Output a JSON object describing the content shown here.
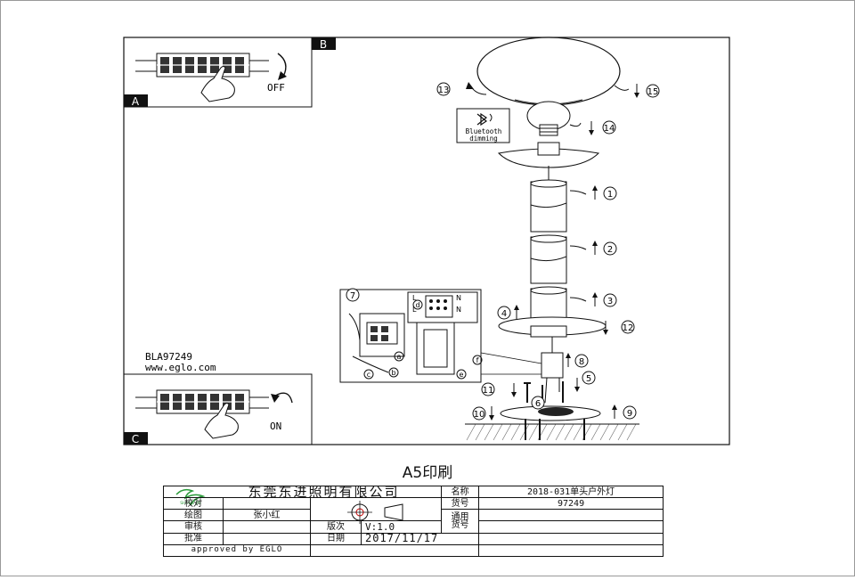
{
  "page_border_color": "#111111",
  "panels": {
    "a_label": "A",
    "b_label": "B",
    "c_label": "C",
    "off_text": "OFF",
    "on_text": "ON"
  },
  "model_code": "BLA97249",
  "website": "www.eglo.com",
  "bluetooth_label_1": "Bluetooth",
  "bluetooth_label_2": "dimming",
  "callouts": {
    "c1": "1",
    "c2": "2",
    "c3": "3",
    "c4": "4",
    "c5": "5",
    "c6": "6",
    "c7": "7",
    "c8": "8",
    "c9": "9",
    "c10": "10",
    "c11": "11",
    "c12": "12",
    "c13": "13",
    "c14": "14",
    "c15": "15"
  },
  "inset_letters": {
    "a": "a",
    "b": "b",
    "c": "c",
    "d": "d",
    "e": "e",
    "f": "f",
    "L": "L",
    "N": "N"
  },
  "print_title": "A5印刷",
  "title_block": {
    "company": "东莞东进照明有限公司",
    "logo_text": "SHENG JIN",
    "name_label": "名称",
    "name_value": "2018-031单头户外灯",
    "check_label": "校对",
    "drawing_label": "绘图",
    "drawer": "张小红",
    "review_label": "审核",
    "version_label": "版次",
    "version_value": "V:1.0",
    "approve_label": "批准",
    "date_label": "日期",
    "date_value": "2017/11/17",
    "approved_by": "approved by EGLO",
    "part_label": "货号",
    "part_value": "97249",
    "general_label_1": "通用",
    "general_label_2": "货号"
  }
}
